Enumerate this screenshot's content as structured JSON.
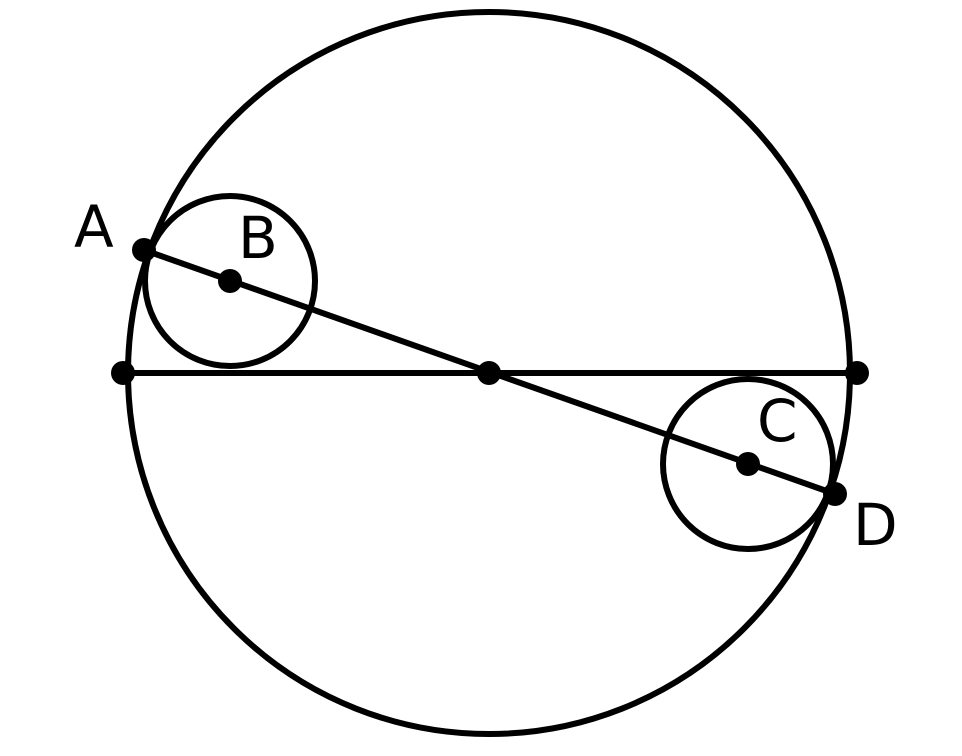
{
  "diagram": {
    "stroke_color": "#000000",
    "background_color": "#ffffff",
    "labels": {
      "a": "A",
      "b": "B",
      "c": "C",
      "d": "D"
    }
  }
}
